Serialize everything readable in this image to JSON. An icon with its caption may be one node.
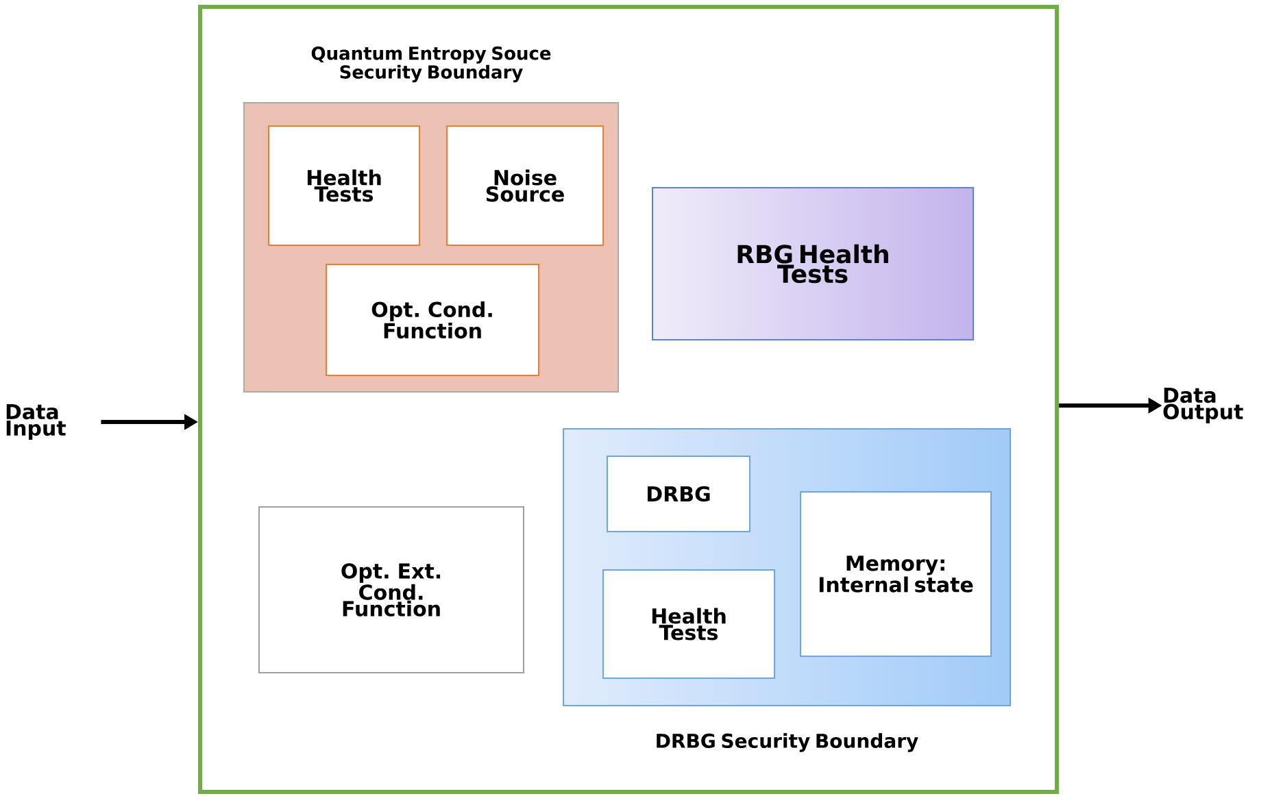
{
  "diagram": {
    "nodes": [
      {
        "text": [],
        "shape": "box"
      },
      {
        "text": [
          "Quantum Entropy Souce Security Boundary"
        ],
        "in": 0
      },
      {
        "text": [
          "Health Tests"
        ],
        "in": 1
      },
      {
        "text": [
          "Noise Source"
        ],
        "in": 1
      },
      {
        "text": [
          "Opt. Cond. Function"
        ],
        "in": 1
      },
      {
        "text": [
          "RBG Health Tests"
        ],
        "in": 0
      },
      {
        "text": [
          "Opt. Ext. Cond. Function"
        ],
        "in": 0
      },
      {
        "text": [
          "DRBG Security Boundary"
        ],
        "in": 0
      },
      {
        "text": [
          "DRBG"
        ],
        "in": 7
      },
      {
        "text": [
          "Health Tests"
        ],
        "in": 7
      },
      {
        "text": [
          "Memory: Internal state"
        ],
        "in": 7
      },
      {
        "text": [
          "Data Input"
        ]
      },
      {
        "text": [
          "Data Output"
        ]
      }
    ],
    "edges": [
      {
        "from": 11,
        "to": 0,
        "arrow": "to"
      },
      {
        "from": 0,
        "to": 12,
        "arrow": "to"
      }
    ]
  }
}
